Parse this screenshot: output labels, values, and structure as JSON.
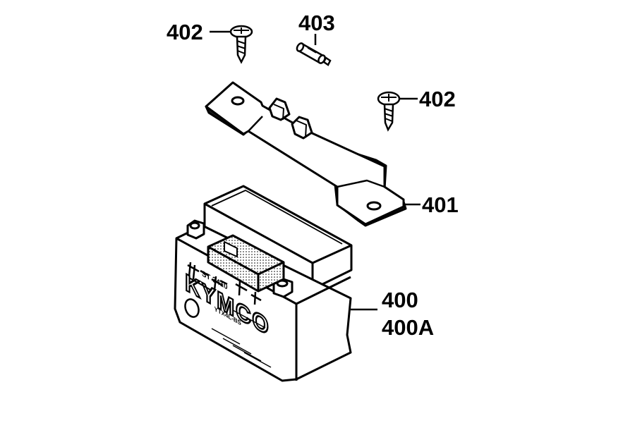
{
  "colors": {
    "ink": "#000000",
    "paper": "#ffffff",
    "shade": "#3a3a3a"
  },
  "callouts": {
    "screw_top_left": "402",
    "fuse": "403",
    "screw_right": "402",
    "bracket": "401",
    "battery": "400",
    "battery_alt": "400A"
  },
  "battery_label": {
    "brand": "KYMCO",
    "model": "YTX4L-BS",
    "top_code": "ST 3410"
  },
  "parts": [
    {
      "ref": "400",
      "part": "battery",
      "icon": "battery-icon"
    },
    {
      "ref": "401",
      "part": "battery bracket",
      "icon": "bracket-icon"
    },
    {
      "ref": "402",
      "part": "screw",
      "icon": "screw-icon"
    },
    {
      "ref": "403",
      "part": "fuse",
      "icon": "fuse-icon"
    }
  ]
}
